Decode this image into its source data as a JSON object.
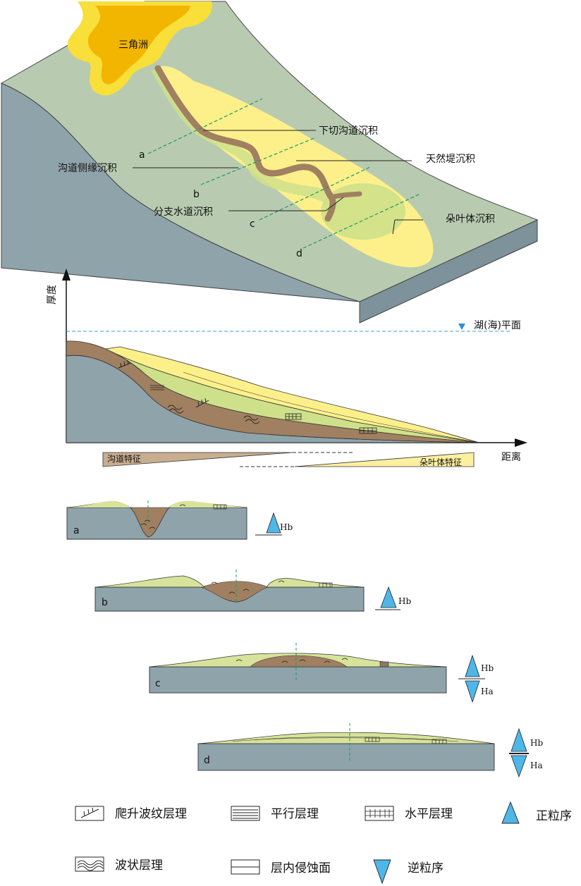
{
  "block_diagram": {
    "delta": "三角洲",
    "incised_channel": "下切沟道沉积",
    "natural_levee": "天然堤沉积",
    "channel_margin": "沟道侧缘沉积",
    "distributary_channel": "分支水道沉积",
    "lobe": "朵叶体沉积",
    "section_lines": [
      "a",
      "b",
      "c",
      "d"
    ]
  },
  "profile": {
    "y_axis": "厚度",
    "x_axis": "距离",
    "water_level": "湖(海)平面",
    "channel_feature": "沟道特征",
    "lobe_feature": "朵叶体特征"
  },
  "sections": [
    {
      "id": "a",
      "sequence": [
        "Hb"
      ]
    },
    {
      "id": "b",
      "sequence": [
        "Hb"
      ]
    },
    {
      "id": "c",
      "sequence": [
        "Hb",
        "Ha"
      ]
    },
    {
      "id": "d",
      "sequence": [
        "Hb",
        "Ha"
      ]
    }
  ],
  "legend": {
    "climbing_ripple": "爬升波纹层理",
    "parallel": "平行层理",
    "horizontal": "水平层理",
    "normal_grading": "正粒序",
    "wavy": "波状层理",
    "erosion": "层内侵蚀面",
    "reverse_grading": "逆粒序"
  },
  "colors": {
    "slope_green": "#b8cbb0",
    "block_side": "#8fa3ab",
    "delta": "#f4c400",
    "fan_yellow": "#fdf08a",
    "lobe_green": "#cfe08a",
    "channel_brown": "#a08060"
  }
}
